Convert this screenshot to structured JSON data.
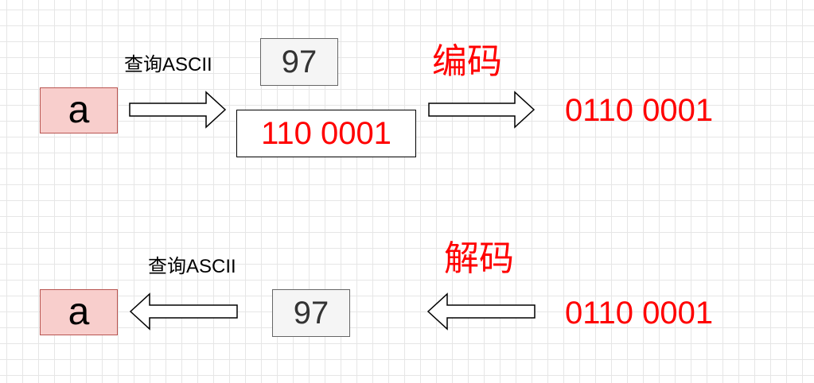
{
  "encode": {
    "char": "a",
    "lookup_label": "查询ASCII",
    "decimal": "97",
    "seven_bit": "110 0001",
    "title": "编码",
    "eight_bit": "0110 0001"
  },
  "decode": {
    "char": "a",
    "lookup_label": "查询ASCII",
    "decimal": "97",
    "title": "解码",
    "eight_bit": "0110 0001"
  },
  "colors": {
    "char_fill": "#f8cecc",
    "char_stroke": "#b85450",
    "num_fill": "#f5f5f5",
    "num_stroke": "#666666",
    "highlight_text": "#ff0000"
  }
}
